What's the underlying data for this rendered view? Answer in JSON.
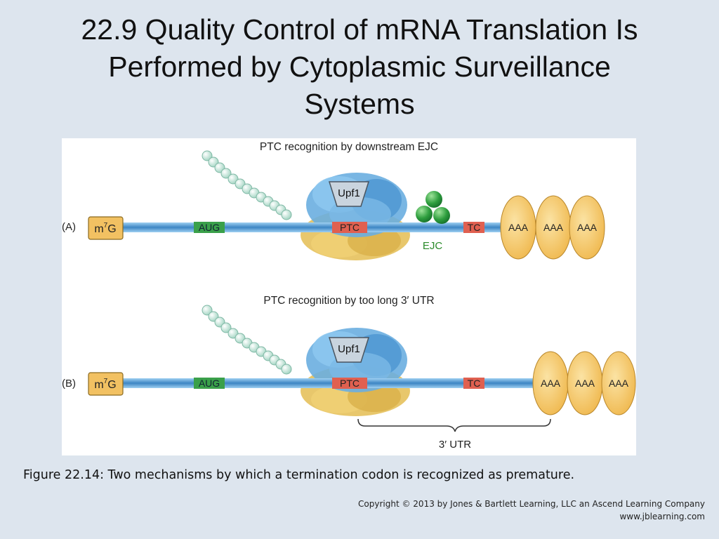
{
  "slide": {
    "title_lines": [
      "22.9  Quality Control of mRNA Translation Is",
      "Performed by Cytoplasmic Surveillance",
      "Systems"
    ],
    "caption": "Figure 22.14: Two mechanisms by which a termination codon is recognized as premature.",
    "copyright": "Copyright © 2013 by Jones & Bartlett Learning, LLC an Ascend Learning Company",
    "website": "www.jblearning.com"
  },
  "figure": {
    "panel_a": {
      "heading": "PTC recognition by downstream EJC",
      "label": "(A)",
      "cap_base": "m",
      "cap_sup": "7",
      "cap_end": "G",
      "start_codon": "AUG",
      "ptc": "PTC",
      "tc": "TC",
      "factor": "Upf1",
      "ejc_label": "EJC",
      "polya": [
        "AAA",
        "AAA",
        "AAA"
      ]
    },
    "panel_b": {
      "heading": "PTC recognition by too long 3′ UTR",
      "label": "(B)",
      "cap_base": "m",
      "cap_sup": "7",
      "cap_end": "G",
      "start_codon": "AUG",
      "ptc": "PTC",
      "tc": "TC",
      "factor": "Upf1",
      "utr_label": "3′ UTR",
      "polya": [
        "AAA",
        "AAA",
        "AAA"
      ]
    },
    "colors": {
      "mrna": "#4a90c8",
      "cap_fill": "#f2c162",
      "aug": "#3aa04a",
      "stop": "#e06050",
      "ejc": "#2e9e3e",
      "ribosome_large": "#6aaee0",
      "ribosome_small": "#e8c462",
      "polya_fill": "#f3c55e",
      "peptide": "#bfe3d6"
    }
  }
}
